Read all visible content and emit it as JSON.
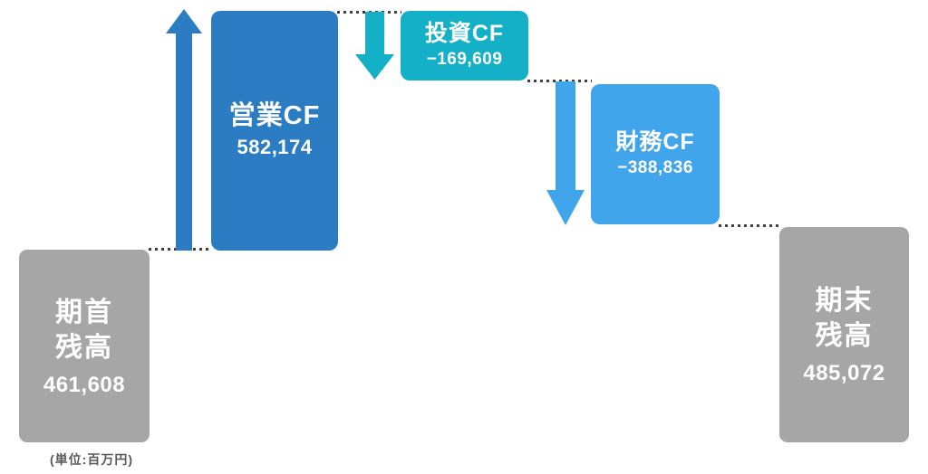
{
  "chart_data": {
    "type": "bar",
    "subtype": "waterfall",
    "title": "",
    "unit_note": "(単位:百万円)",
    "unit": "百万円",
    "categories": [
      "期首残高",
      "営業CF",
      "投資CF",
      "財務CF",
      "期末残高"
    ],
    "values": [
      461608,
      582174,
      -169609,
      -388836,
      485072
    ],
    "bar_roles": [
      "total",
      "increase",
      "decrease",
      "decrease",
      "total"
    ],
    "colors": {
      "total_gray": "#a6a6a6",
      "operating_blue": "#2b7cc3",
      "investing_teal": "#14b0c8",
      "financing_lightblue": "#41a5ec",
      "dotted_line": "#404040",
      "unit_text": "#595959"
    },
    "legend": "none",
    "grid": false
  },
  "bars": {
    "beginning": {
      "label": "期首\n残高",
      "value": "461,608",
      "color": "#a6a6a6"
    },
    "operating": {
      "label": "営業CF",
      "value": "582,174",
      "color": "#2b7cc3"
    },
    "investing": {
      "label": "投資CF",
      "value": "−169,609",
      "color": "#14b0c8"
    },
    "financing": {
      "label": "財務CF",
      "value": "−388,836",
      "color": "#41a5ec"
    },
    "ending": {
      "label": "期末\n残高",
      "value": "485,072",
      "color": "#a6a6a6"
    }
  },
  "icons": {
    "operating_arrow": "up-arrow",
    "investing_arrow": "down-arrow",
    "financing_arrow": "down-arrow"
  },
  "unit_label": "(単位:百万円)"
}
